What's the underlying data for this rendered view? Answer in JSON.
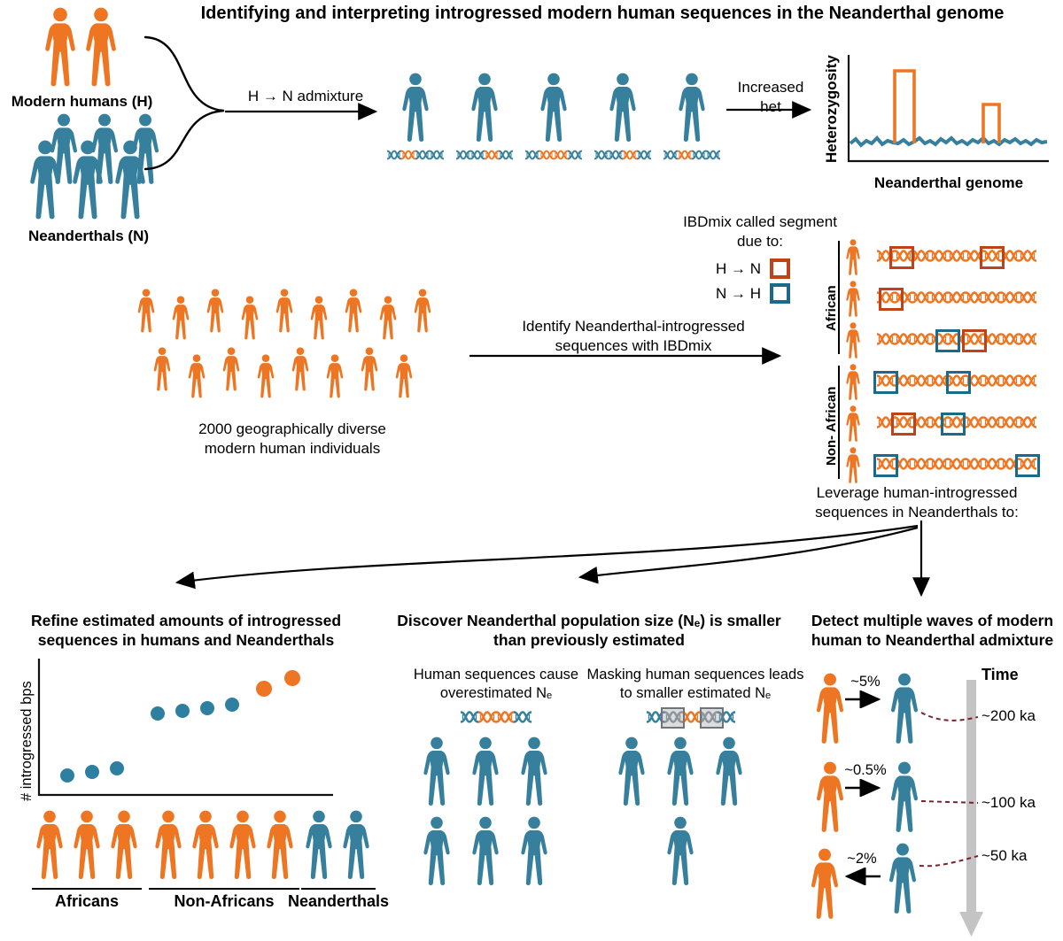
{
  "title": "Identifying and interpreting introgressed modern human sequences in the Neanderthal genome",
  "palette": {
    "orange": "#EE7623",
    "blue": "#36809E",
    "box_red": "#BF4218",
    "box_teal": "#1C6A89",
    "maroon": "#7E1F2D",
    "time_gray": "#C4C4C4",
    "helix_gray": "#8A9198"
  },
  "top": {
    "modern_label": "Modern humans (H)",
    "neanderthal_label": "Neanderthals (N)",
    "admixture_label": "H → N admixture",
    "increased_het_label": "Increased het",
    "het_plot": {
      "ylabel": "Heterozygosity",
      "xlabel": "Neanderthal genome"
    }
  },
  "middle": {
    "identify_label": "Identify Neanderthal-introgressed sequences with IBDmix",
    "cohort_caption": "2000 geographically diverse modern human individuals",
    "legend": {
      "title": "IBDmix called segment due to:",
      "items": [
        {
          "label": "H → N",
          "type": "human-to-neanderthal"
        },
        {
          "label": "N → H",
          "type": "neanderthal-to-human"
        }
      ]
    },
    "african_label": "African",
    "non_african_label": "Non- African",
    "leverage_label": "Leverage human-introgressed sequences in Neanderthals to:"
  },
  "panel_refine": {
    "title": "Refine estimated amounts of introgressed sequences in humans and Neanderthals",
    "ylabel": "# introgressed bps",
    "groups": [
      "Africans",
      "Non-Africans",
      "Neanderthals"
    ]
  },
  "panel_popsize": {
    "title": "Discover Neanderthal population size (Nₑ) is smaller than previously estimated",
    "left_caption": "Human sequences cause overestimated Nₑ",
    "right_caption": "Masking human sequences leads to smaller estimated Nₑ"
  },
  "panel_waves": {
    "title": "Detect multiple waves of modern human to Neanderthal admixture",
    "time_label": "Time",
    "waves": [
      {
        "pct": "~5%",
        "time": "~200 ka",
        "direction": "H to N"
      },
      {
        "pct": "~0.5%",
        "time": "~100 ka",
        "direction": "H to N"
      },
      {
        "pct": "~2%",
        "time": "~50 ka",
        "direction": "N to H"
      }
    ]
  },
  "chart_data": [
    {
      "type": "line",
      "name": "heterozygosity-scan",
      "ylabel": "Heterozygosity",
      "xlabel": "Neanderthal genome",
      "description": "Noisy low heterozygosity baseline along the Neanderthal genome with two elevated plateau segments marking introgressed regions",
      "segments": [
        {
          "x_frac_start": 0.24,
          "x_frac_end": 0.34,
          "level": "high"
        },
        {
          "x_frac_start": 0.66,
          "x_frac_end": 0.74,
          "level": "medium"
        }
      ]
    },
    {
      "type": "scatter",
      "name": "introgressed-bps",
      "ylabel": "# introgressed bps",
      "categories": [
        "Africans",
        "Non-Africans",
        "Neanderthals"
      ],
      "series": [
        {
          "name": "Africans",
          "color": "blue",
          "values_rel": [
            0.14,
            0.16,
            0.19
          ]
        },
        {
          "name": "Non-Africans",
          "color": "blue",
          "values_rel": [
            0.58,
            0.6,
            0.62,
            0.64
          ]
        },
        {
          "name": "Neanderthals",
          "color": "orange",
          "values_rel": [
            0.76,
            0.83
          ]
        }
      ]
    }
  ]
}
